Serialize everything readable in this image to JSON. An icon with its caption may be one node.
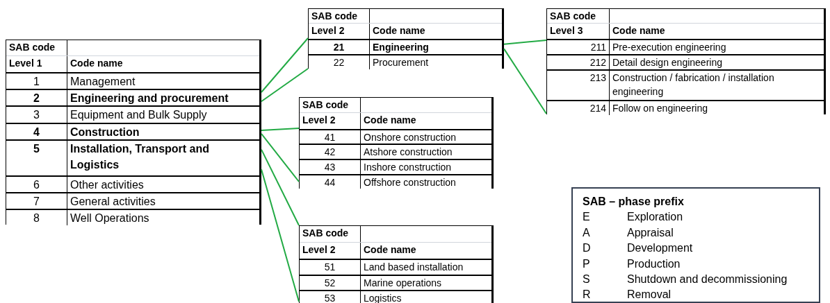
{
  "diagram": {
    "nodes": [
      {
        "text": [
          "SAB code",
          "Level 1",
          "Code name"
        ]
      },
      {
        "text": [
          "1",
          "Management"
        ],
        "in": 0
      },
      {
        "text": [
          "2",
          "Engineering and procurement"
        ],
        "in": 0
      },
      {
        "text": [
          "3",
          "Equipment and Bulk Supply"
        ],
        "in": 0
      },
      {
        "text": [
          "4",
          "Construction"
        ],
        "in": 0
      },
      {
        "text": [
          "5",
          "Installation, Transport and Logistics"
        ],
        "in": 0
      },
      {
        "text": [
          "6",
          "Other activities"
        ],
        "in": 0
      },
      {
        "text": [
          "7",
          "General activities"
        ],
        "in": 0
      },
      {
        "text": [
          "8",
          "Well Operations"
        ],
        "in": 0
      },
      {
        "text": [
          "SAB code",
          "Level 2",
          "Code name"
        ]
      },
      {
        "text": [
          "21",
          "Engineering"
        ],
        "in": 9
      },
      {
        "text": [
          "22",
          "Procurement"
        ],
        "in": 9
      },
      {
        "text": [
          "SAB code",
          "Level 3",
          "Code name"
        ]
      },
      {
        "text": [
          "211",
          "Pre-execution engineering"
        ],
        "in": 12
      },
      {
        "text": [
          "212",
          "Detail design engineering"
        ],
        "in": 12
      },
      {
        "text": [
          "213",
          "Construction / fabrication / installation engineering"
        ],
        "in": 12
      },
      {
        "text": [
          "214",
          "Follow on engineering"
        ],
        "in": 12
      },
      {
        "text": [
          "SAB code",
          "Level 2",
          "Code name"
        ]
      },
      {
        "text": [
          "41",
          "Onshore construction"
        ],
        "in": 17
      },
      {
        "text": [
          "42",
          "Atshore construction"
        ],
        "in": 17
      },
      {
        "text": [
          "43",
          "Inshore construction"
        ],
        "in": 17
      },
      {
        "text": [
          "44",
          "Offshore construction"
        ],
        "in": 17
      },
      {
        "text": [
          "SAB code",
          "Level 2",
          "Code name"
        ]
      },
      {
        "text": [
          "51",
          "Land based installation"
        ],
        "in": 22
      },
      {
        "text": [
          "52",
          "Marine operations"
        ],
        "in": 22
      },
      {
        "text": [
          "53",
          "Logistics"
        ],
        "in": 22
      },
      {
        "text": [
          "SAB – phase prefix",
          "E",
          "Exploration",
          "A",
          "Appraisal",
          "D",
          "Development",
          "P",
          "Production",
          "S",
          "Shutdown and decommissioning",
          "R",
          "Removal"
        ]
      }
    ],
    "edges": [
      {
        "from": 2,
        "to": 9,
        "arrow": "none"
      },
      {
        "from": 2,
        "to": 9,
        "arrow": "none"
      },
      {
        "from": 4,
        "to": 17,
        "arrow": "none"
      },
      {
        "from": 4,
        "to": 17,
        "arrow": "none"
      },
      {
        "from": 5,
        "to": 22,
        "arrow": "none"
      },
      {
        "from": 5,
        "to": 22,
        "arrow": "none"
      },
      {
        "from": 10,
        "to": 12,
        "arrow": "none"
      },
      {
        "from": 10,
        "to": 12,
        "arrow": "none"
      }
    ]
  }
}
